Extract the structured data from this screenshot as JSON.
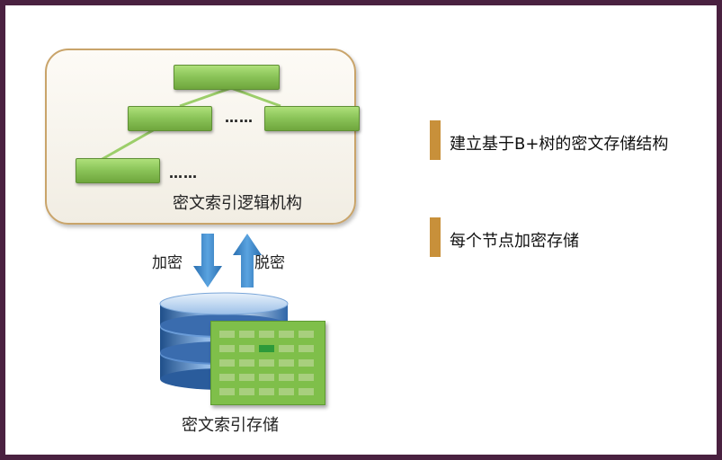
{
  "diagram": {
    "logic_structure": {
      "caption": "密文索引逻辑机构",
      "ellipsis_1": "……",
      "ellipsis_2": "……"
    },
    "arrows": {
      "down_label": "加密",
      "up_label": "脱密"
    },
    "storage": {
      "caption": "密文索引存储"
    },
    "bullets": [
      {
        "text": "建立基于B+树的密文存储结构"
      },
      {
        "text": "每个节点加密存储"
      }
    ],
    "colors": {
      "node_green": "#8cc55a",
      "panel_border": "#c9a46a",
      "bullet_bar": "#c8903a",
      "arrow_blue": "#3b84c4",
      "grid_green": "#7fbf4a"
    }
  }
}
